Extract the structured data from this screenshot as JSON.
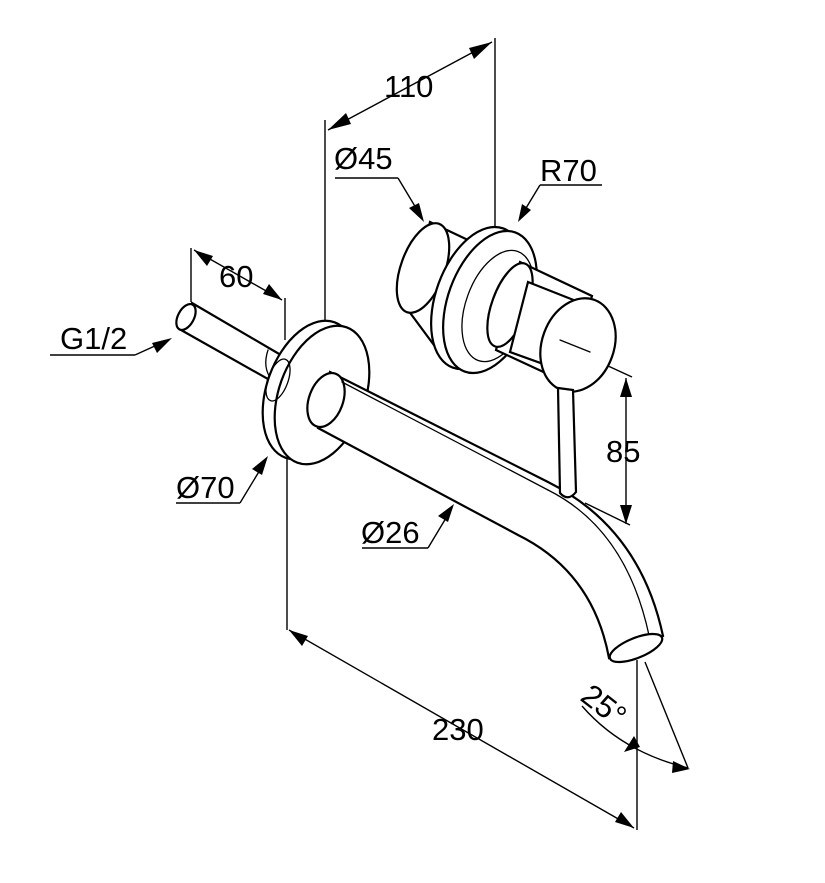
{
  "drawing": {
    "dimensions": {
      "width_110": "110",
      "diameter_45": "Ø45",
      "radius_70": "R70",
      "length_60": "60",
      "thread": "G1/2",
      "height_85": "85",
      "diameter_70": "Ø70",
      "diameter_26": "Ø26",
      "angle_25": "25°",
      "length_230": "230"
    }
  }
}
